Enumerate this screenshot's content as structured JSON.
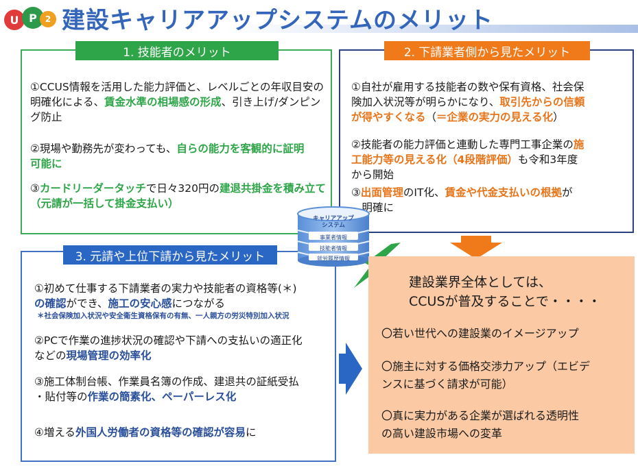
{
  "logo": {
    "letters": [
      "U",
      "P",
      "2"
    ]
  },
  "page_title": "建設キャリアアップシステムのメリット",
  "panel1": {
    "title": "1. 技能者のメリット",
    "items": [
      {
        "lines": [
          [
            {
              "t": "①CCUS情報を活用した能力評価と、レベルごとの年収目安の"
            }
          ],
          [
            {
              "t": "明確化による、"
            },
            {
              "t": "賃金水準の相場感の形成",
              "c": "g"
            },
            {
              "t": "、引き上げ/ダンピン"
            }
          ],
          [
            {
              "t": "グ防止"
            }
          ]
        ]
      },
      {
        "lines": [
          [
            {
              "t": "②現場や勤務先が変わっても、"
            },
            {
              "t": "自らの能力を客観的に証明",
              "c": "g"
            }
          ],
          [
            {
              "t": "可能に",
              "c": "g"
            }
          ]
        ]
      },
      {
        "lines": [
          [
            {
              "t": "③"
            },
            {
              "t": "カードリーダータッチ",
              "c": "g"
            },
            {
              "t": "で日々320円の"
            },
            {
              "t": "建退共掛金を積み立て",
              "c": "g"
            }
          ],
          [
            {
              "t": "（元請が一括して掛金支払い）",
              "c": "g"
            }
          ]
        ]
      }
    ]
  },
  "panel2": {
    "title": "2. 下請業者側から見たメリット",
    "items": [
      {
        "lines": [
          [
            {
              "t": "①自社が雇用する技能者の数や保有資格、社会保"
            }
          ],
          [
            {
              "t": "険加入状況等が明らかになり、"
            },
            {
              "t": "取引先からの信頼",
              "c": "o"
            }
          ],
          [
            {
              "t": "が得やすくなる",
              "c": "o"
            },
            {
              "t": "（"
            },
            {
              "t": "＝企業の実力の見える化",
              "c": "o"
            },
            {
              "t": "）"
            }
          ]
        ]
      },
      {
        "lines": [
          [
            {
              "t": "②技能者の能力評価と連動した専門工事企業の"
            },
            {
              "t": "施",
              "c": "o"
            }
          ],
          [
            {
              "t": "工能力等の見える化（4段階評価）",
              "c": "o"
            },
            {
              "t": "も令和3年度"
            }
          ],
          [
            {
              "t": "から開始"
            }
          ]
        ]
      },
      {
        "lines": [
          [
            {
              "t": "③"
            },
            {
              "t": "出面管理",
              "c": "o"
            },
            {
              "t": "のIT化、"
            },
            {
              "t": "賃金や代金支払いの根拠",
              "c": "o"
            },
            {
              "t": "が"
            }
          ],
          [
            {
              "t": "　明確に"
            }
          ]
        ]
      }
    ]
  },
  "panel3": {
    "title": "3. 元請や上位下請から見たメリット",
    "items": [
      {
        "lines": [
          [
            {
              "t": "①初めて仕事する下請業者の実力や技能者の資格等(＊)"
            }
          ],
          [
            {
              "t": "の確認",
              "c": "b"
            },
            {
              "t": "ができ、"
            },
            {
              "t": "施工の安心感",
              "c": "b"
            },
            {
              "t": "につながる"
            }
          ]
        ],
        "note": "＊社会保険加入状況や安全衛生資格保有の有無、一人親方の労災特別加入状況"
      },
      {
        "lines": [
          [
            {
              "t": "②PCで作業の進捗状況の確認や下請への支払いの適正化"
            }
          ],
          [
            {
              "t": "などの"
            },
            {
              "t": "現場管理の効率化",
              "c": "b"
            }
          ]
        ]
      },
      {
        "lines": [
          [
            {
              "t": "③施工体制台帳、作業員名簿の作成、建退共の証紙受払"
            }
          ],
          [
            {
              "t": "・貼付等の"
            },
            {
              "t": "作業の簡素化、ペーパーレス化",
              "c": "b"
            }
          ]
        ]
      },
      {
        "lines": [
          [
            {
              "t": "④増える"
            },
            {
              "t": "外国人労働者の資格等の確認が容易",
              "c": "b"
            },
            {
              "t": "に"
            }
          ]
        ]
      }
    ]
  },
  "database": {
    "caption_line1": "キャリアアップ",
    "caption_line2": "システム",
    "rows": [
      "事業者情報",
      "技能者情報",
      "就労履歴情報"
    ]
  },
  "panel4": {
    "heading_line1": "建設業界全体としては、",
    "heading_line2": "CCUSが普及することで・・・・",
    "items": [
      [
        "〇若い世代への建設業のイメージアップ"
      ],
      [
        "〇施主に対する価格交渉力アップ（エビデ",
        "ンスに基づく請求が可能）"
      ],
      [
        "〇真に実力がある企業が選ばれる透明性",
        "の高い建設市場への変革"
      ]
    ]
  },
  "colors": {
    "title_blue": "#3366bb",
    "green": "#2ea548",
    "orange": "#f07a1a",
    "navy": "#2a3f80",
    "blue": "#2a66c4",
    "peach": "#fbcaa4"
  }
}
